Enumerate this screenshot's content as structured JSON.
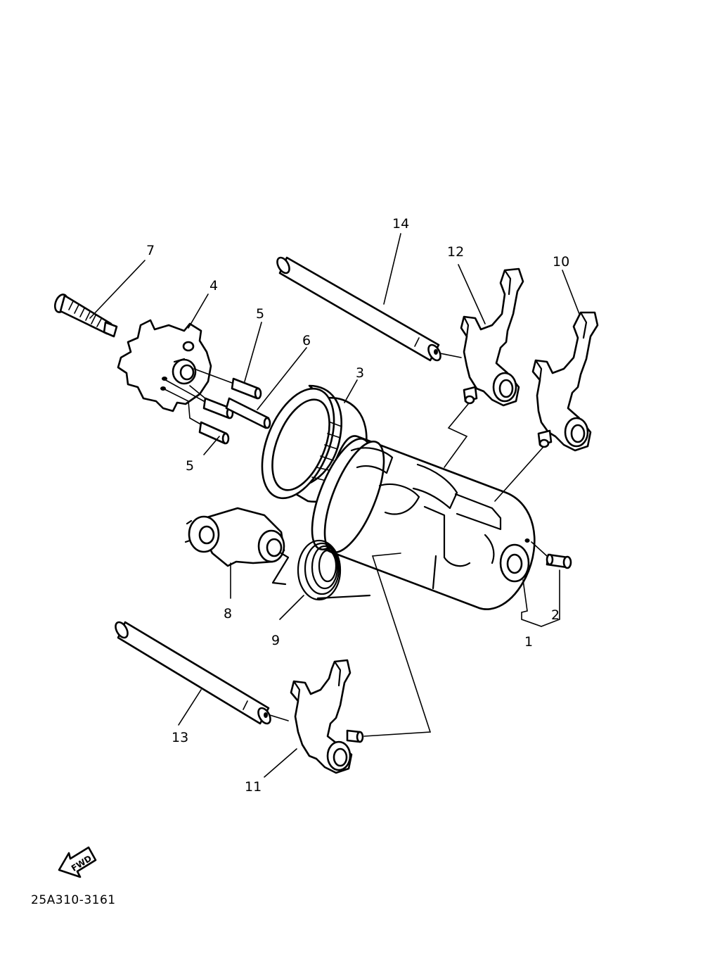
{
  "callouts": {
    "c1": "1",
    "c2": "2",
    "c3": "3",
    "c4": "4",
    "c5a": "5",
    "c5b": "5",
    "c6": "6",
    "c7": "7",
    "c8": "8",
    "c9": "9",
    "c10": "10",
    "c11": "11",
    "c12": "12",
    "c13": "13",
    "c14": "14"
  },
  "direction_marker": {
    "label": "FWD",
    "icon": "fwd-arrow-icon"
  },
  "diagram_code": "25A310-3161",
  "colors": {
    "ink": "#000000",
    "paper": "#ffffff"
  }
}
